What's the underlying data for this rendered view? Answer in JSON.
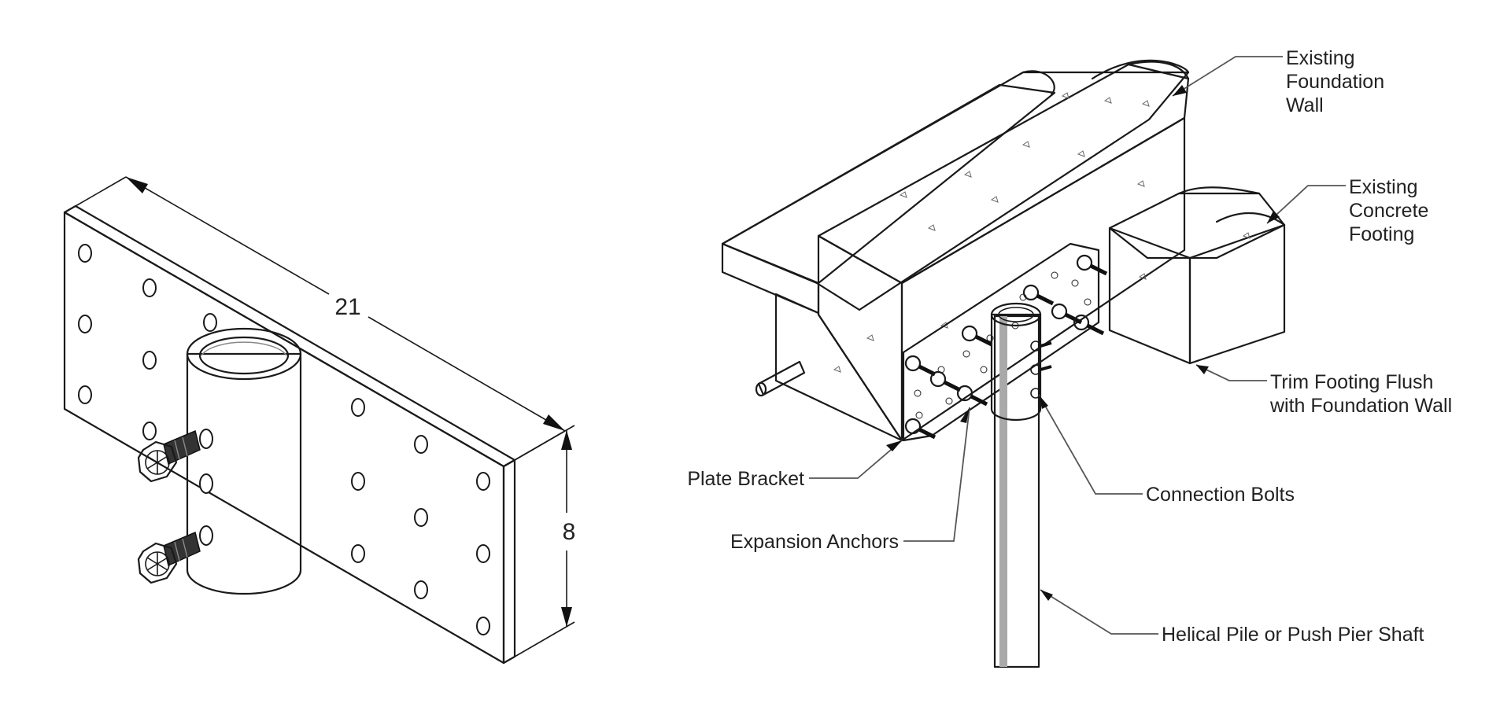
{
  "bracket_drawing": {
    "dimension_length": "21",
    "dimension_height": "8"
  },
  "assembly_drawing": {
    "labels": {
      "existing_foundation_wall": [
        "Existing",
        "Foundation",
        "Wall"
      ],
      "existing_concrete_footing": [
        "Existing",
        "Concrete",
        "Footing"
      ],
      "trim_footing": [
        "Trim Footing Flush",
        "with Foundation Wall"
      ],
      "plate_bracket": "Plate Bracket",
      "connection_bolts": "Connection Bolts",
      "expansion_anchors": "Expansion Anchors",
      "helical_pile_shaft": "Helical Pile or Push Pier Shaft"
    }
  },
  "colors": {
    "plate_fill": "#f4f4f4",
    "concrete_top": "#f2f2f2",
    "concrete_front": "#a4a4a4",
    "concrete_side": "#c9c9c9",
    "steel": "#8c8c8c"
  }
}
